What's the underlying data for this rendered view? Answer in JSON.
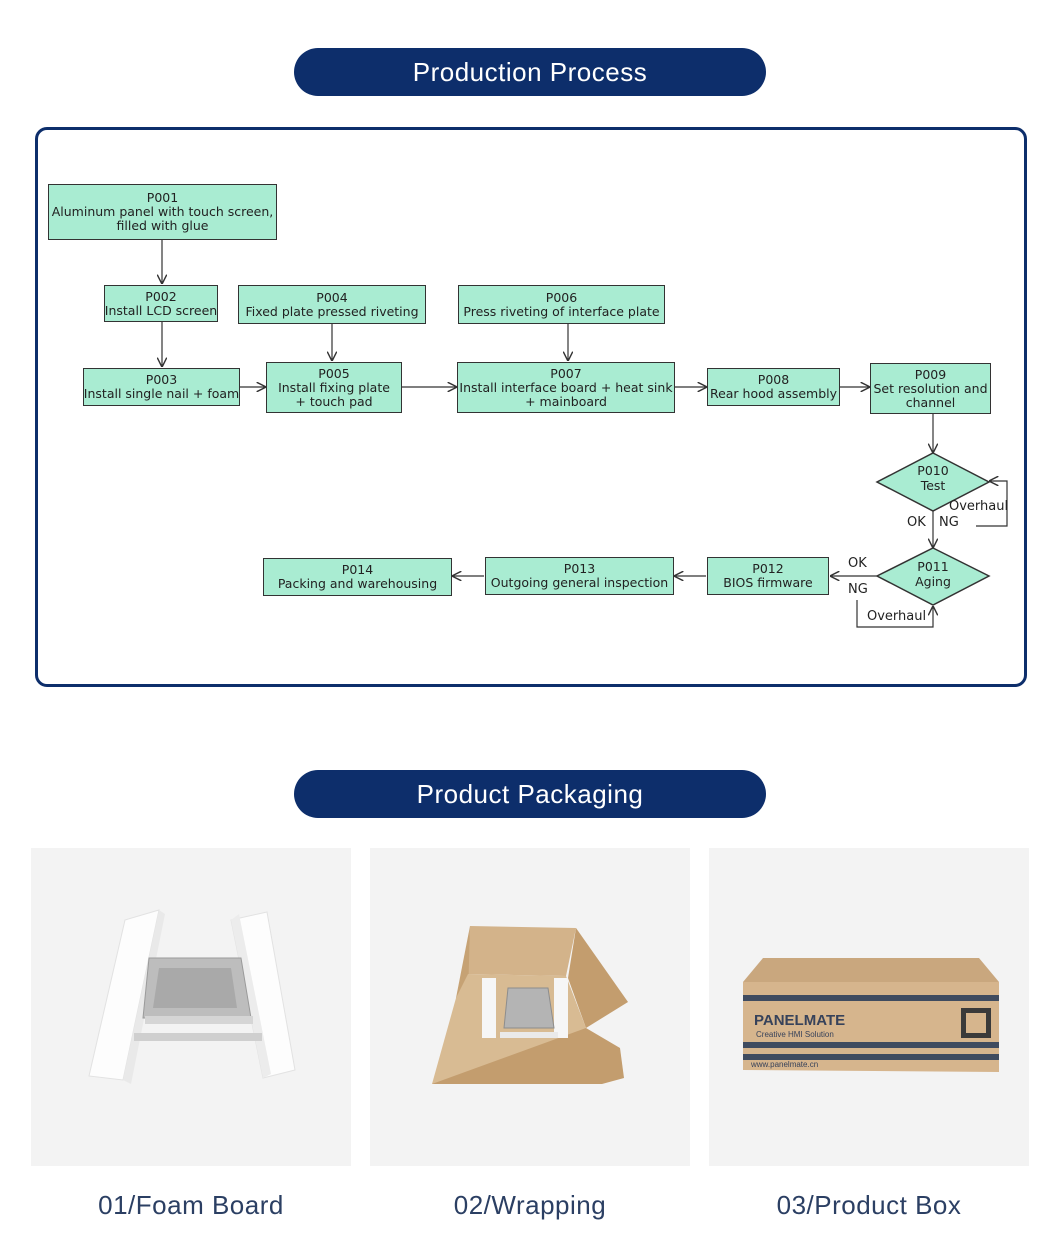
{
  "sections": {
    "process_title": "Production Process",
    "packaging_title": "Product Packaging"
  },
  "flow": {
    "nodes": {
      "p001": {
        "code": "P001",
        "line1": "Aluminum panel with touch screen,",
        "line2": "filled with glue"
      },
      "p002": {
        "code": "P002",
        "line1": "Install LCD screen"
      },
      "p003": {
        "code": "P003",
        "line1": "Install single nail + foam"
      },
      "p004": {
        "code": "P004",
        "line1": "Fixed plate pressed riveting"
      },
      "p005": {
        "code": "P005",
        "line1": "Install fixing plate",
        "line2": "+ touch pad"
      },
      "p006": {
        "code": "P006",
        "line1": "Press riveting of interface plate"
      },
      "p007": {
        "code": "P007",
        "line1": "Install interface board + heat sink",
        "line2": "+ mainboard"
      },
      "p008": {
        "code": "P008",
        "line1": "Rear hood assembly"
      },
      "p009": {
        "code": "P009",
        "line1": "Set resolution and",
        "line2": "channel"
      },
      "p010": {
        "code": "P010",
        "line1": "Test"
      },
      "p011": {
        "code": "P011",
        "line1": "Aging"
      },
      "p012": {
        "code": "P012",
        "line1": "BIOS firmware"
      },
      "p013": {
        "code": "P013",
        "line1": "Outgoing general inspection"
      },
      "p014": {
        "code": "P014",
        "line1": "Packing and warehousing"
      }
    },
    "labels": {
      "overhaul_1": "Overhaul",
      "ok_1": "OK",
      "ng_1": "NG",
      "ok_2": "OK",
      "ng_2": "NG",
      "overhaul_2": "Overhaul"
    },
    "colors": {
      "node_fill": "#a9ecd2",
      "frame": "#0d2e6b"
    }
  },
  "packaging": {
    "items": [
      {
        "caption": "01/Foam Board"
      },
      {
        "caption": "02/Wrapping"
      },
      {
        "caption": "03/Product Box"
      }
    ],
    "box_print": {
      "brand": "PANELMATE",
      "tagline": "Creative HMI Solution",
      "url": "www.panelmate.cn"
    }
  }
}
